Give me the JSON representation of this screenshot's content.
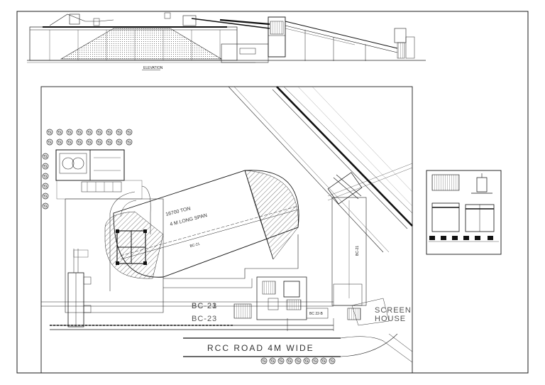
{
  "drawing": {
    "elevation_caption": "ELEVATION",
    "storage": {
      "capacity": "16700 TON",
      "span": "4 M LONG SPAN"
    },
    "conveyors": [
      "BC-21",
      "BC-23",
      "BC-21",
      "BC 22-B"
    ],
    "screen_house": [
      "SCREEN",
      "HOUSE"
    ],
    "road": "RCC ROAD 4M WIDE",
    "colors": {
      "line": "#1a1a1a",
      "hatch": "#666666",
      "background": "#ffffff"
    }
  }
}
